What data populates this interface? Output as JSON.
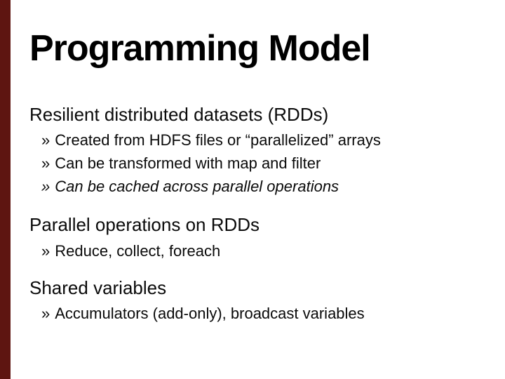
{
  "slide": {
    "accent_color": "#5e1511",
    "title": "Programming Model",
    "sections": [
      {
        "heading": "Resilient distributed datasets (RDDs)",
        "bullets": [
          {
            "marker": "»",
            "text": "Created from HDFS files or “parallelized” arrays"
          },
          {
            "marker": "»",
            "text": "Can be transformed with map and filter"
          },
          {
            "marker": "»",
            "text": "Can be cached across parallel operations"
          }
        ]
      },
      {
        "heading": "Parallel operations on RDDs",
        "bullets": [
          {
            "marker": "»",
            "text": "Reduce, collect, foreach"
          }
        ]
      },
      {
        "heading": "Shared variables",
        "bullets": [
          {
            "marker": "»",
            "text": "Accumulators (add-only), broadcast variables"
          }
        ]
      }
    ]
  }
}
